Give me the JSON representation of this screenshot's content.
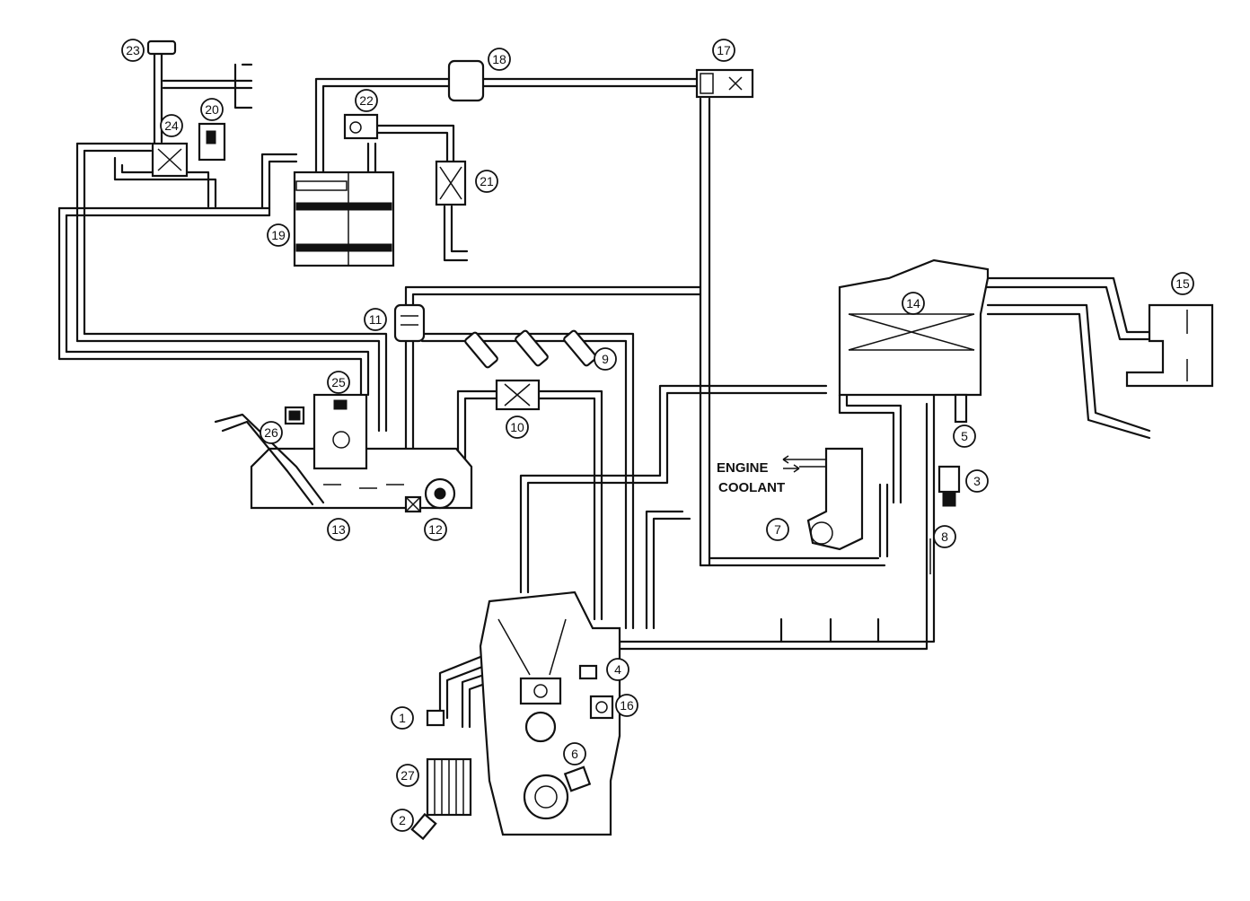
{
  "callouts": [
    {
      "id": "1",
      "label": "1"
    },
    {
      "id": "2",
      "label": "2"
    },
    {
      "id": "3",
      "label": "3"
    },
    {
      "id": "4",
      "label": "4"
    },
    {
      "id": "5",
      "label": "5"
    },
    {
      "id": "6",
      "label": "6"
    },
    {
      "id": "7",
      "label": "7"
    },
    {
      "id": "8",
      "label": "8"
    },
    {
      "id": "9",
      "label": "9"
    },
    {
      "id": "10",
      "label": "10"
    },
    {
      "id": "11",
      "label": "11"
    },
    {
      "id": "12",
      "label": "12"
    },
    {
      "id": "13",
      "label": "13"
    },
    {
      "id": "14",
      "label": "14"
    },
    {
      "id": "15",
      "label": "15"
    },
    {
      "id": "16",
      "label": "16"
    },
    {
      "id": "17",
      "label": "17"
    },
    {
      "id": "18",
      "label": "18"
    },
    {
      "id": "19",
      "label": "19"
    },
    {
      "id": "20",
      "label": "20"
    },
    {
      "id": "21",
      "label": "21"
    },
    {
      "id": "22",
      "label": "22"
    },
    {
      "id": "23",
      "label": "23"
    },
    {
      "id": "24",
      "label": "24"
    },
    {
      "id": "25",
      "label": "25"
    },
    {
      "id": "26",
      "label": "26"
    },
    {
      "id": "27",
      "label": "27"
    }
  ],
  "labels": {
    "engine": "ENGINE",
    "coolant": "COOLANT"
  }
}
